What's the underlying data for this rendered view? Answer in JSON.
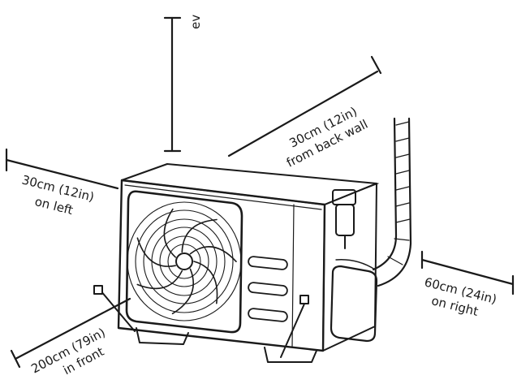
{
  "labels": {
    "top_partial": "ev",
    "back_line1": "30cm (12in)",
    "back_line2": "from back wall",
    "left_line1": "30cm (12in)",
    "left_line2": "on left",
    "right_line1": "60cm (24in)",
    "right_line2": "on right",
    "front_line1": "200cm (79in)",
    "front_line2": "in front"
  }
}
